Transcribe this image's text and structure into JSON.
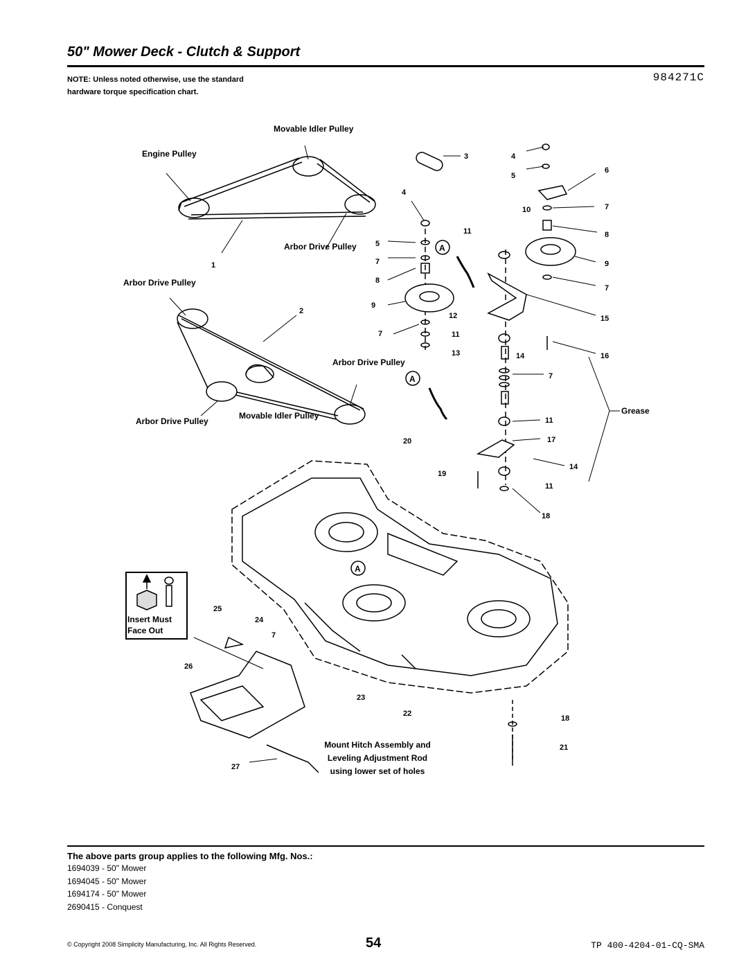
{
  "header": {
    "title": "50\" Mower Deck - Clutch & Support",
    "part_number": "984271C",
    "note": "NOTE: Unless noted otherwise, use the standard hardware torque specification chart."
  },
  "diagram": {
    "labels": {
      "engine_pulley": "Engine Pulley",
      "movable_idler_pulley_top": "Movable Idler Pulley",
      "arbor_drive_pulley_1": "Arbor Drive Pulley",
      "arbor_drive_pulley_2": "Arbor Drive Pulley",
      "arbor_drive_pulley_3": "Arbor Drive Pulley",
      "arbor_drive_pulley_4": "Arbor Drive Pulley",
      "movable_idler_pulley_bottom": "Movable Idler Pulley",
      "grease": "Grease",
      "insert_must_face_out": "Insert Must Face Out",
      "hitch_note": "Mount Hitch Assembly and Leveling Adjustment Rod using lower set of holes",
      "detail_a": "A"
    },
    "callouts": [
      "1",
      "2",
      "3",
      "4",
      "5",
      "6",
      "7",
      "8",
      "9",
      "10",
      "11",
      "12",
      "13",
      "14",
      "15",
      "16",
      "17",
      "18",
      "19",
      "20",
      "21",
      "22",
      "23",
      "24",
      "25",
      "26",
      "27"
    ]
  },
  "applies": {
    "heading": "The above parts group applies to the following Mfg. Nos.:",
    "items": [
      "1694039 - 50\" Mower",
      "1694045 - 50\" Mower",
      "1694174 - 50\" Mower",
      "2690415 - Conquest"
    ]
  },
  "footer": {
    "copyright": "© Copyright 2008 Simplicity Manufacturing, Inc. All Rights Reserved.",
    "page_number": "54",
    "doc_number": "TP 400-4204-01-CQ-SMA"
  }
}
